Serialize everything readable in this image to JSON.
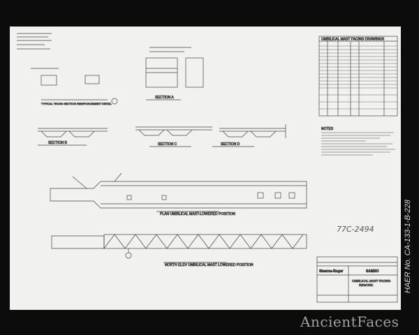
{
  "drawing": {
    "details": {
      "detail_1": "TYPICAL TRUSS SECTION REINFORCEMENT DETAIL",
      "section_a": "SECTION A",
      "section_b": "SECTION B",
      "section_c": "SECTION C",
      "section_d": "SECTION D"
    },
    "views": {
      "plan": "PLAN UMBILICAL MAST-LOWERED POSITION",
      "elevation": "NORTH ELEV UMBILICAL MAST LOWERED POSITION"
    },
    "handwritten_number": "77C-2494",
    "table": {
      "title": "UMBILICAL MAST FACING DRAWINGS"
    },
    "notes": {
      "title": "NOTES"
    },
    "title_block": {
      "firm": "Stearns-Roger",
      "agency": "SAMSO",
      "title_line1": "UMBILICAL MAST FACING",
      "title_line2": "REWORK"
    }
  },
  "archive_id": "HAER No. CA-133-1-B-228",
  "watermark": "AncientFaces"
}
